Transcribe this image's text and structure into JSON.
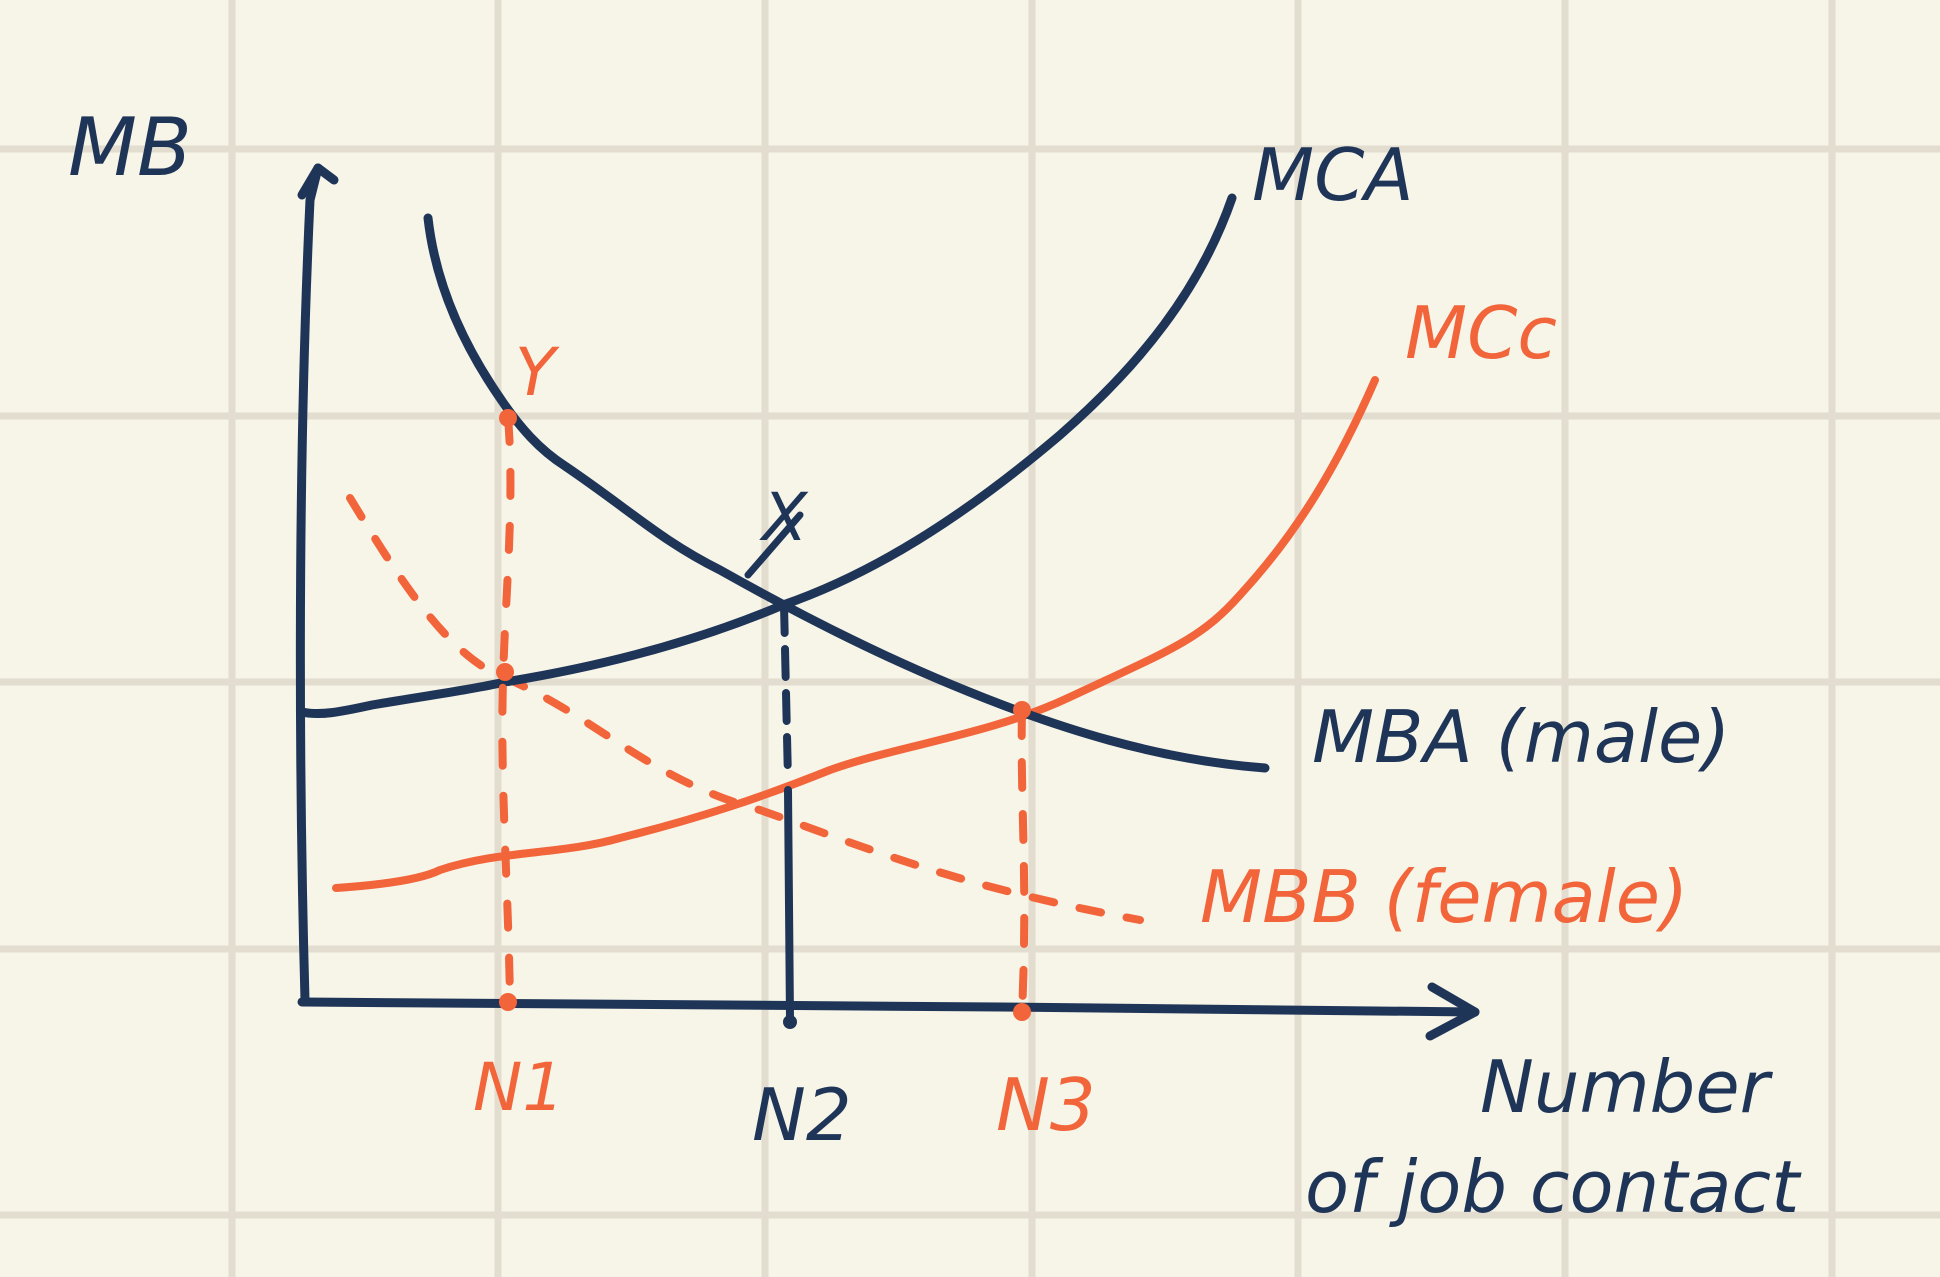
{
  "colors": {
    "background": "#f7f4e8",
    "grid": "#e3ddcf",
    "navy": "#1f3558",
    "orange": "#f2643a"
  },
  "axes": {
    "y_label": "MB",
    "x_label_line1": "Number",
    "x_label_line2": "of job contact"
  },
  "curves": {
    "mc_a": "MCA",
    "mc_c": "MCc",
    "mb_a": "MBA (male)",
    "mb_b": "MBB (female)"
  },
  "points": {
    "x": "X",
    "y": "Y"
  },
  "ticks": {
    "n1": "N1",
    "n2": "N2",
    "n3": "N3"
  }
}
